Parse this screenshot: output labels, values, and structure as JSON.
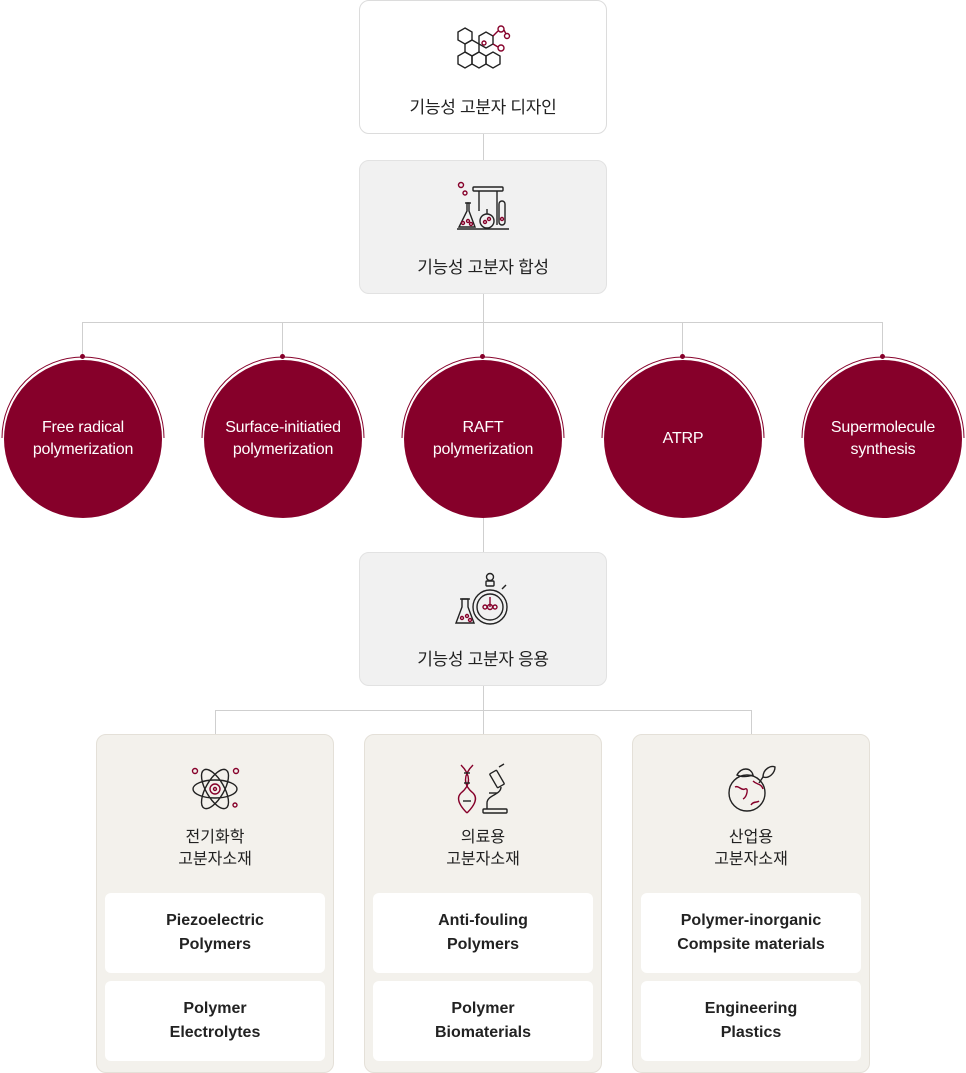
{
  "colors": {
    "accent": "#86002a",
    "line": "#cfcfcf",
    "panel_bg": "#f3f1ec",
    "box_bg": "#f1f1f1"
  },
  "stages": {
    "design": {
      "title": "기능성 고분자 디자인",
      "icon": "molecule-icon"
    },
    "synthesis": {
      "title": "기능성 고분자 합성",
      "icon": "lab-equipment-icon"
    },
    "application": {
      "title": "기능성 고분자 응용",
      "icon": "stopwatch-flask-icon"
    }
  },
  "methods": [
    {
      "line1": "Free radical",
      "line2": "polymerization"
    },
    {
      "line1": "Surface-initiatied",
      "line2": "polymerization"
    },
    {
      "line1": "RAFT",
      "line2": "polymerization"
    },
    {
      "line1": "ATRP",
      "line2": ""
    },
    {
      "line1": "Supermolecule",
      "line2": "synthesis"
    }
  ],
  "applications": [
    {
      "title1": "전기화학",
      "title2": "고분자소재",
      "icon": "atom-icon",
      "cards": [
        {
          "l1": "Piezoelectric",
          "l2": "Polymers"
        },
        {
          "l1": "Polymer",
          "l2": "Electrolytes"
        }
      ]
    },
    {
      "title1": "의료용",
      "title2": "고분자소재",
      "icon": "dna-microscope-icon",
      "cards": [
        {
          "l1": "Anti-fouling",
          "l2": "Polymers"
        },
        {
          "l1": "Polymer",
          "l2": "Biomaterials"
        }
      ]
    },
    {
      "title1": "산업용",
      "title2": "고분자소재",
      "icon": "eco-globe-icon",
      "cards": [
        {
          "l1": "Polymer-inorganic",
          "l2": "Compsite materials"
        },
        {
          "l1": "Engineering",
          "l2": "Plastics"
        }
      ]
    }
  ]
}
